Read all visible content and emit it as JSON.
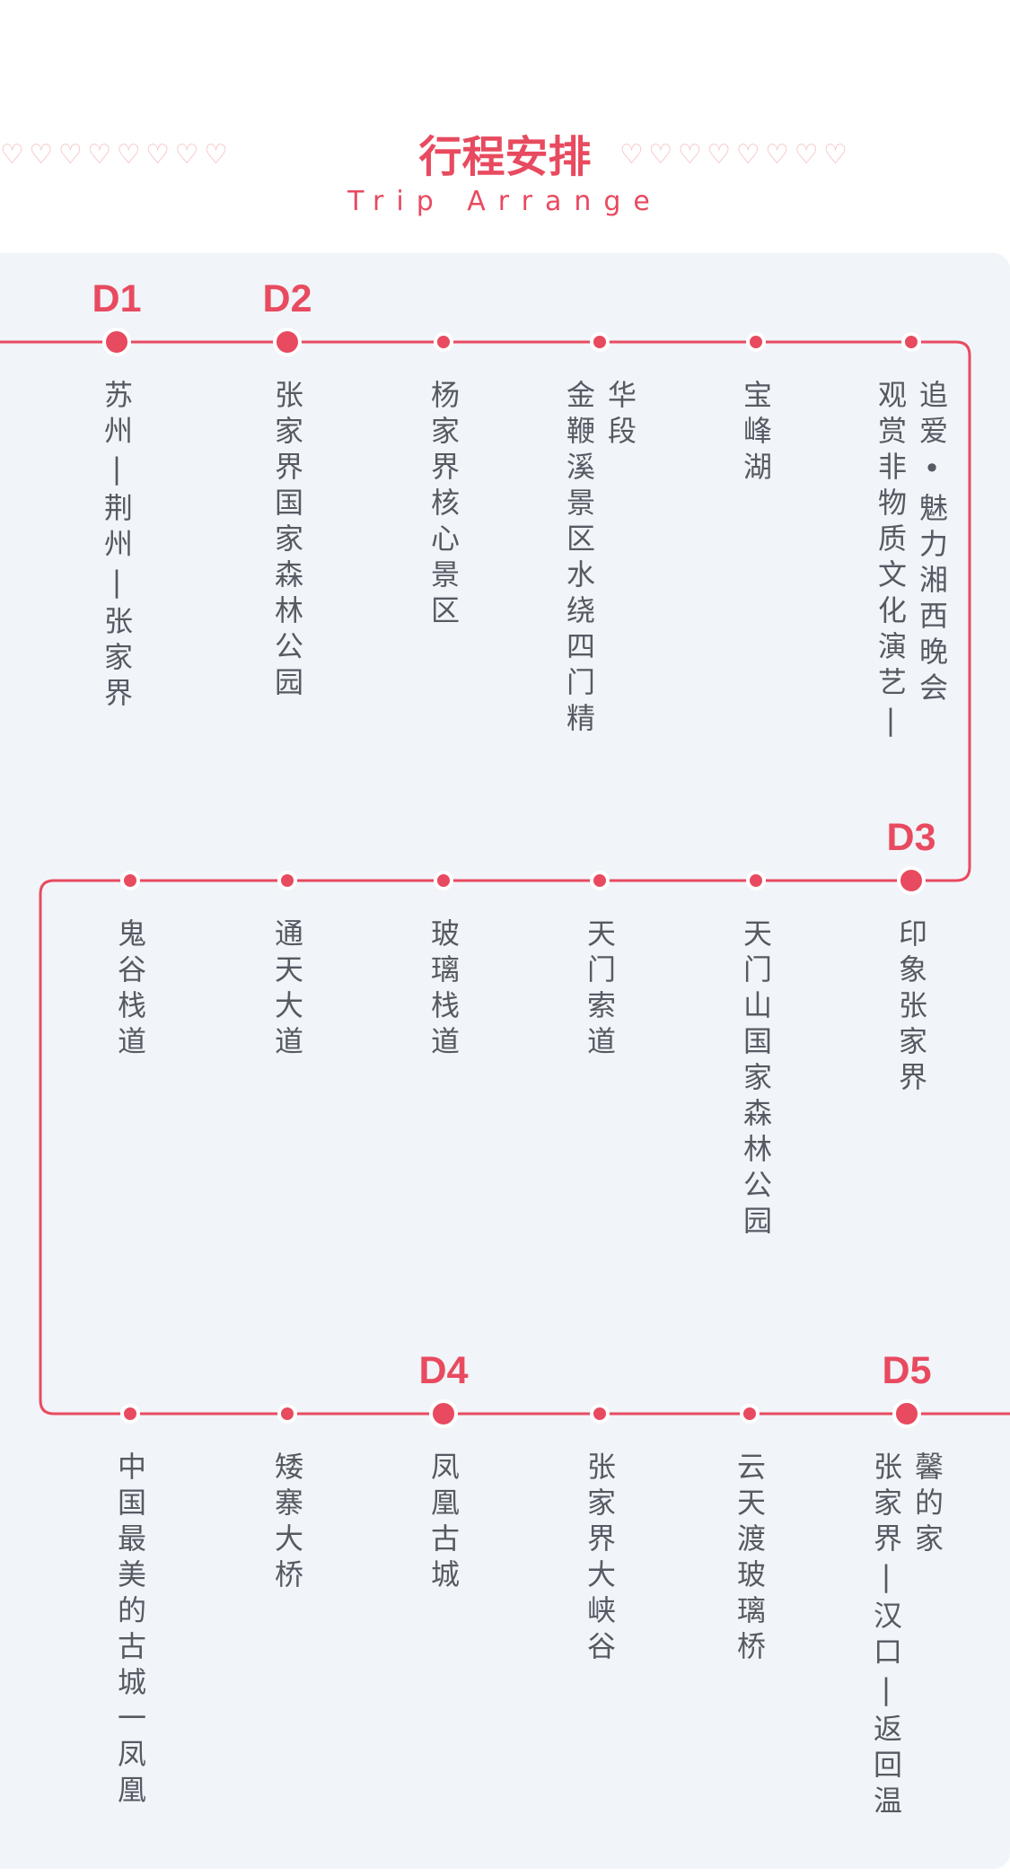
{
  "header": {
    "title": "行程安排",
    "subtitle": "Trip Arrange",
    "hearts_left": "♡ ♡ ♡ ♡ ♡ ♡ ♡ ♡",
    "hearts_right": "♡ ♡ ♡ ♡ ♡ ♡ ♡ ♡"
  },
  "colors": {
    "accent": "#e84a5f",
    "panel": "#f1f4f8",
    "text": "#555a63"
  },
  "days": [
    "D1",
    "D2",
    "D3",
    "D4",
    "D5"
  ],
  "rows": [
    {
      "stops": [
        {
          "lines": [
            "苏州|荆州|张家界"
          ]
        },
        {
          "lines": [
            "张家界国家森林公园"
          ]
        },
        {
          "lines": [
            "杨家界核心景区"
          ]
        },
        {
          "lines": [
            "华段",
            "金鞭溪景区水绕四门精"
          ]
        },
        {
          "lines": [
            "宝峰湖"
          ]
        },
        {
          "lines": [
            "追爱•魅力湘西晚会",
            "观赏非物质文化演艺|"
          ]
        }
      ]
    },
    {
      "stops": [
        {
          "lines": [
            "鬼谷栈道"
          ]
        },
        {
          "lines": [
            "通天大道"
          ]
        },
        {
          "lines": [
            "玻璃栈道"
          ]
        },
        {
          "lines": [
            "天门索道"
          ]
        },
        {
          "lines": [
            "天门山国家森林公园"
          ]
        },
        {
          "lines": [
            "印象张家界"
          ]
        }
      ]
    },
    {
      "stops": [
        {
          "lines": [
            "中国最美的古城一凤凰"
          ]
        },
        {
          "lines": [
            "矮寨大桥"
          ]
        },
        {
          "lines": [
            "凤凰古城"
          ]
        },
        {
          "lines": [
            "张家界大峡谷"
          ]
        },
        {
          "lines": [
            "云天渡玻璃桥"
          ]
        },
        {
          "lines": [
            "馨的家",
            "张家界|汉口|返回温"
          ]
        }
      ]
    }
  ]
}
